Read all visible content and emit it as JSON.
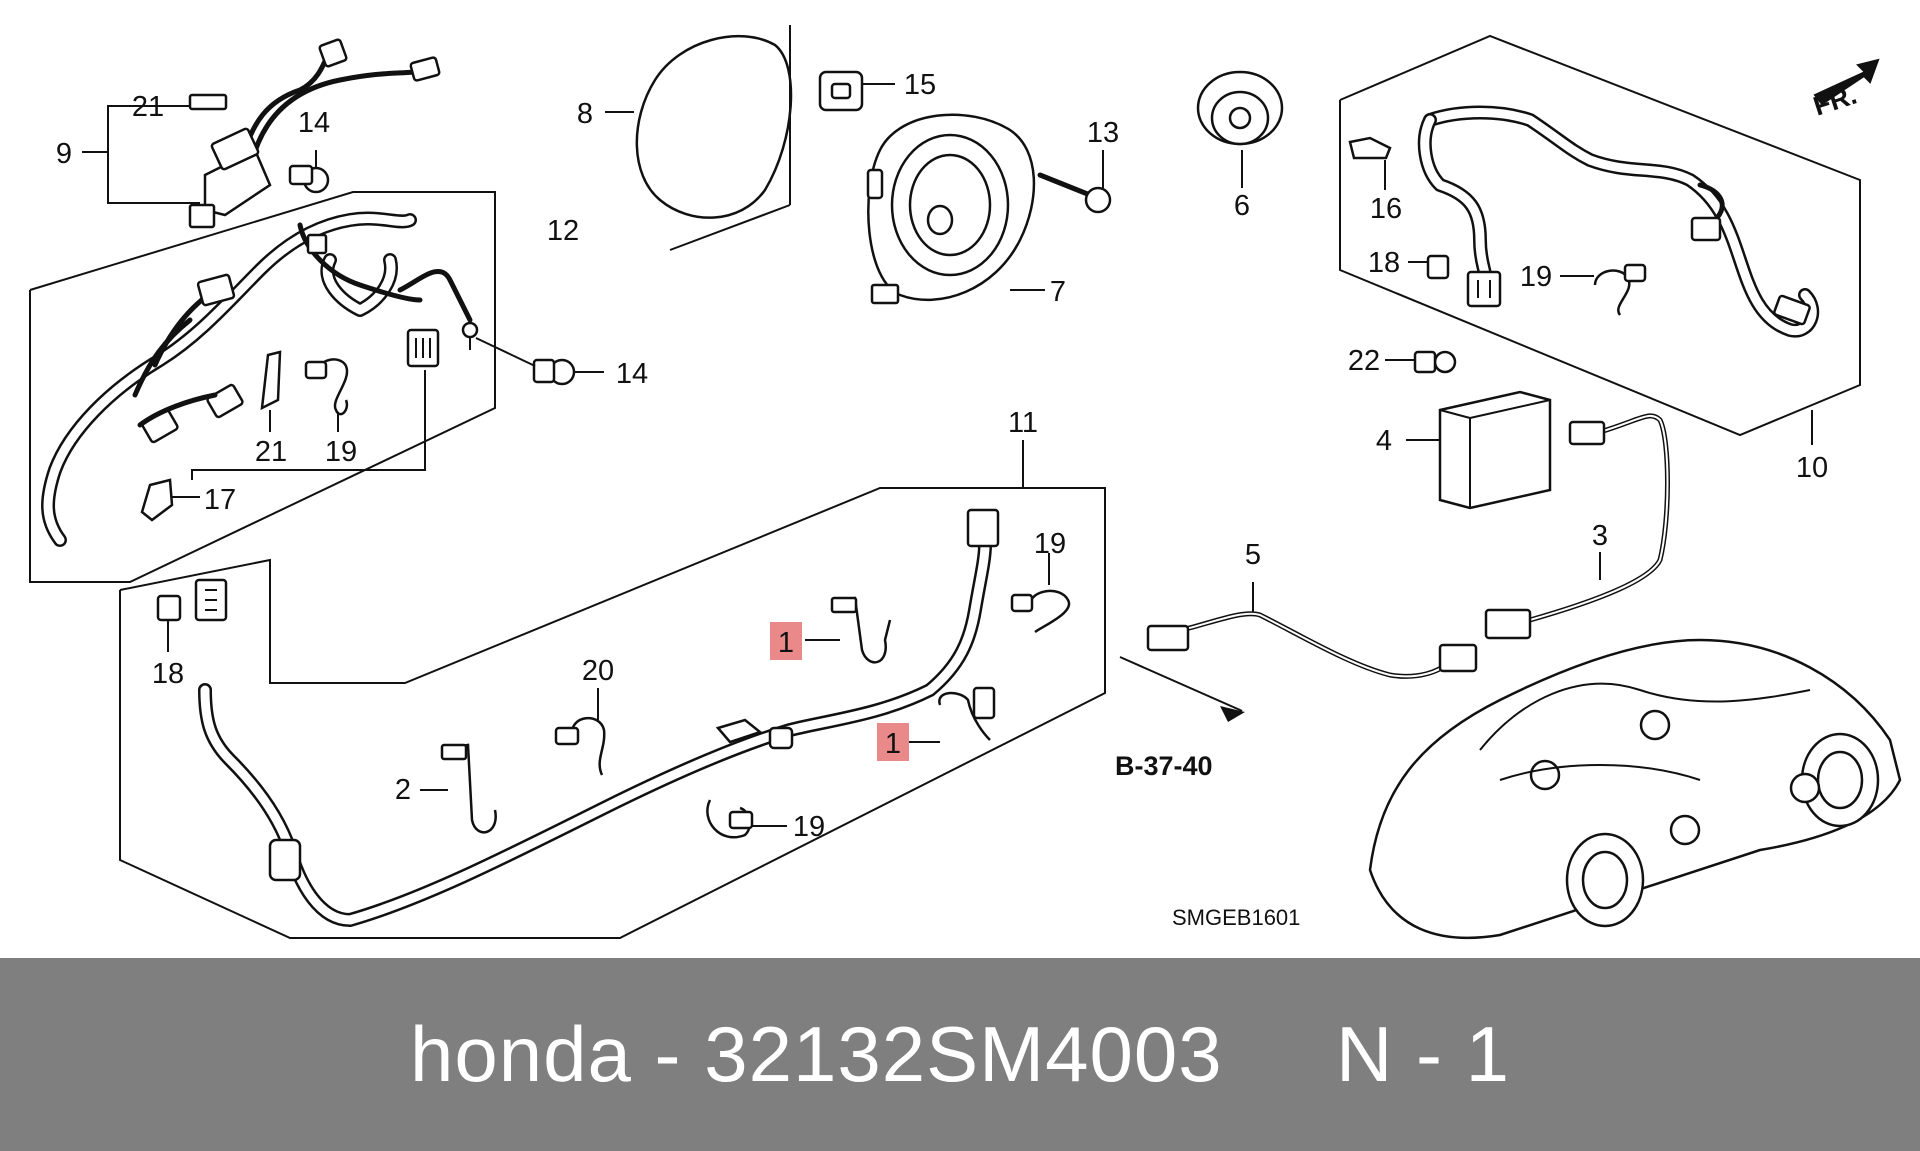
{
  "diagram": {
    "callouts": {
      "c1a": "1",
      "c1b": "1",
      "c2": "2",
      "c3": "3",
      "c4": "4",
      "c5": "5",
      "c6": "6",
      "c7": "7",
      "c8": "8",
      "c9": "9",
      "c10": "10",
      "c11": "11",
      "c12": "12",
      "c13": "13",
      "c14a": "14",
      "c14b": "14",
      "c15": "15",
      "c16": "16",
      "c17": "17",
      "c18a": "18",
      "c18b": "18",
      "c19a": "19",
      "c19b": "19",
      "c19c": "19",
      "c19d": "19",
      "c20": "20",
      "c21a": "21",
      "c21b": "21",
      "c22": "22"
    },
    "front_arrow_label": "FR.",
    "reference_label": "B-37-40",
    "diagram_code": "SMGEB1601",
    "highlight_color": "#e9898a"
  },
  "footer": {
    "text": "honda - 32132SM4003     N - 1",
    "background": "#7f7f7f",
    "text_color": "#ffffff"
  }
}
